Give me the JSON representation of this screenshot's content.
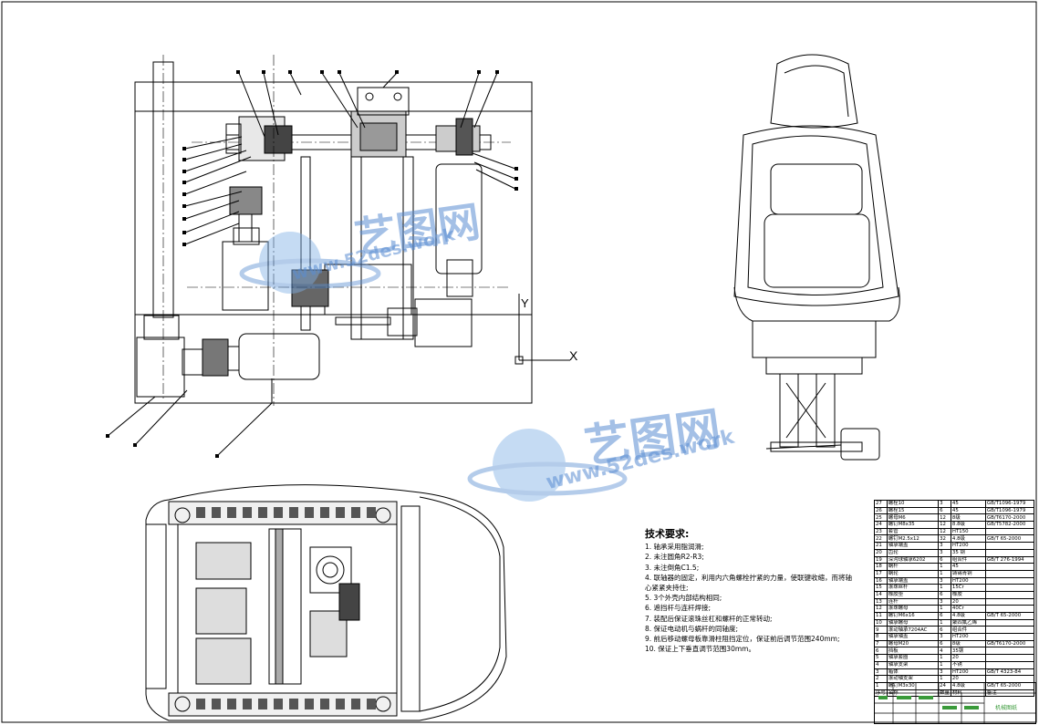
{
  "watermark": {
    "brand": "艺图网",
    "site": "www.52des.work"
  },
  "axes": {
    "x": "X",
    "y": "Y"
  },
  "tech_requirements": {
    "title": "技术要求:",
    "items": [
      "1. 轴承采用脂润滑;",
      "2. 未注圆角R2-R3;",
      "3. 未注倒角C1.5;",
      "4. 联轴器的固定，利用内六角螺栓拧紧的力量，使联键收缩，而将轴心紧紧夹持住;",
      "5. 3个外壳内部结构相同;",
      "6. 遮挡杆与连杆焊接;",
      "7. 装配后保证滚珠丝杠和螺杆的正常转动;",
      "8. 保证电动机与蜗杆的同轴度;",
      "9. 前后移动螺母板靠滑柱阻挡定位，保证前后调节范围240mm;",
      "10. 保证上下垂直调节范围30mm。"
    ]
  },
  "bom": {
    "rows": [
      [
        "27",
        "螺栓10",
        "3",
        "45",
        "GB/T1096-1979"
      ],
      [
        "26",
        "螺栓15",
        "6",
        "45",
        "GB/T1096-1979"
      ],
      [
        "25",
        "螺母M6",
        "12",
        "8级",
        "GB/T6170-2000"
      ],
      [
        "24",
        "螺钉M8x35",
        "12",
        "8.8级",
        "GB/T5782-2000"
      ],
      [
        "23",
        "套管",
        "12",
        "HT150",
        ""
      ],
      [
        "22",
        "螺钉M2.5x12",
        "32",
        "4.8级",
        "GB/T 65-2000"
      ],
      [
        "21",
        "轴承端盖",
        "3",
        "HT200",
        ""
      ],
      [
        "20",
        "齿轮",
        "3",
        "35 钢",
        ""
      ],
      [
        "19",
        "深沟球轴承6202",
        "6",
        "组合件",
        "GB/T 276-1994"
      ],
      [
        "18",
        "蜗杆",
        "1",
        "45",
        ""
      ],
      [
        "17",
        "蜗轮",
        "1",
        "铸锡青铜",
        ""
      ],
      [
        "16",
        "轴承端盖",
        "3",
        "HT200",
        ""
      ],
      [
        "15",
        "滚珠丝杆",
        "1",
        "15Cr",
        ""
      ],
      [
        "14",
        "橡胶垫",
        "6",
        "橡胶",
        ""
      ],
      [
        "13",
        "连杆",
        "3",
        "20",
        ""
      ],
      [
        "12",
        "滚珠螺母",
        "1",
        "40Cr",
        ""
      ],
      [
        "11",
        "螺钉M6x16",
        "6",
        "4.8级",
        "GB/T 65-2000"
      ],
      [
        "10",
        "轴承螺母",
        "1",
        "聚四氟乙烯",
        ""
      ],
      [
        "9",
        "滚动轴承7204AC",
        "6",
        "组合件",
        ""
      ],
      [
        "8",
        "轴承轴盖",
        "3",
        "HT200",
        ""
      ],
      [
        "7",
        "螺母M20",
        "6",
        "8级",
        "GB/T6170-2000"
      ],
      [
        "6",
        "挡板",
        "4",
        "35钢",
        ""
      ],
      [
        "5",
        "轴承套圈",
        "1",
        "20",
        ""
      ],
      [
        "4",
        "轴承支架",
        "1",
        "不锈",
        ""
      ],
      [
        "3",
        "箱体",
        "3",
        "HT200",
        "GB/T 4323-84"
      ],
      [
        "2",
        "滚动轴支架",
        "1",
        "20",
        ""
      ],
      [
        "1",
        "螺钉M3x30",
        "24",
        "4.8级",
        "GB/T 65-2000"
      ]
    ],
    "header": [
      "序号",
      "名称",
      "数量",
      "材料",
      "备注"
    ]
  },
  "title_block": {
    "label": "机械图纸"
  }
}
